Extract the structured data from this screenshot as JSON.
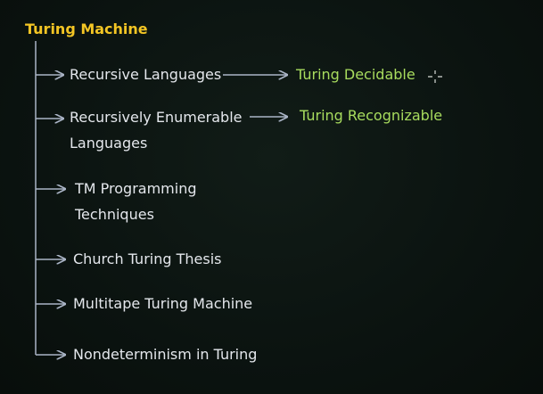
{
  "title": "Turing Machine",
  "branches": [
    {
      "label": [
        "Recursive Languages"
      ],
      "result": "Turing Decidable"
    },
    {
      "label": [
        "Recursively Enumerable",
        "Languages"
      ],
      "result": "Turing Recognizable"
    },
    {
      "label": [
        "TM Programming",
        "Techniques"
      ]
    },
    {
      "label": [
        "Church Turing Thesis"
      ]
    },
    {
      "label": [
        "Multitape Turing Machine"
      ]
    },
    {
      "label": [
        "Nondeterminism in Turing"
      ]
    }
  ],
  "colors": {
    "title": "#f3c524",
    "node": "#e4e7ec",
    "result": "#a8dc5e",
    "arrow": "#aab4c6",
    "background": "#0c1410"
  }
}
